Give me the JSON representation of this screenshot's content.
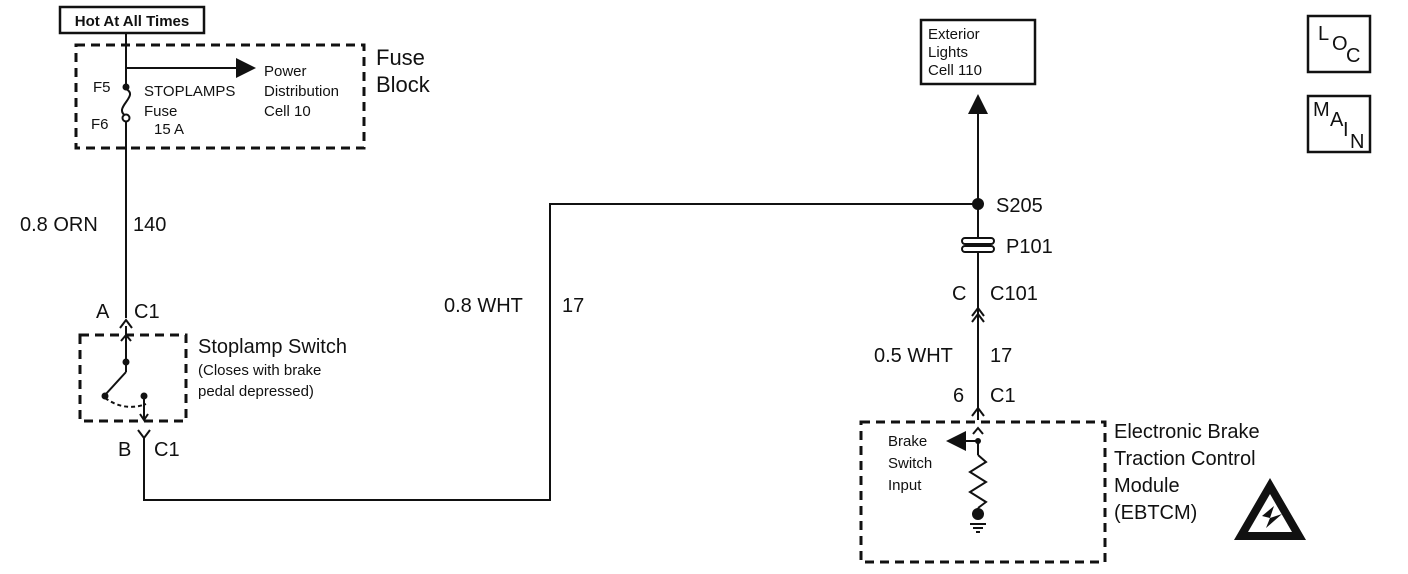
{
  "labels": {
    "hot_at_all_times": "Hot At All Times",
    "fuse_block_l1": "Fuse",
    "fuse_block_l2": "Block",
    "f5": "F5",
    "f6": "F6",
    "fuse_name": "STOPLAMPS",
    "fuse_word": "Fuse",
    "fuse_rating": "15 A",
    "power_l1": "Power",
    "power_l2": "Distribution",
    "power_l3": "Cell 10",
    "wire1_gauge": "0.8 ORN",
    "wire1_circuit": "140",
    "sw_top_pin": "A",
    "sw_top_conn": "C1",
    "stoplamp_switch": "Stoplamp Switch",
    "switch_note_l1": "(Closes with brake",
    "switch_note_l2": "pedal depressed)",
    "sw_bot_pin": "B",
    "sw_bot_conn": "C1",
    "wire2_gauge": "0.8 WHT",
    "wire2_circuit": "17",
    "ext_l1": "Exterior",
    "ext_l2": "Lights",
    "ext_l3": "Cell 110",
    "splice": "S205",
    "p101": "P101",
    "c101_pin": "C",
    "c101_conn": "C101",
    "wire3_gauge": "0.5 WHT",
    "wire3_circuit": "17",
    "mod_pin": "6",
    "mod_conn": "C1",
    "brake_l1": "Brake",
    "brake_l2": "Switch",
    "brake_l3": "Input",
    "module_l1": "Electronic Brake",
    "module_l2": "Traction Control",
    "module_l3": "Module",
    "module_l4": "(EBTCM)",
    "loc_l": "L",
    "loc_o": "O",
    "loc_c": "C",
    "main_m": "M",
    "main_a": "A",
    "main_i": "I",
    "main_n": "N"
  },
  "icons": [
    "esd-warning-icon",
    "ground-icon",
    "resistor-icon",
    "fuse-icon"
  ]
}
